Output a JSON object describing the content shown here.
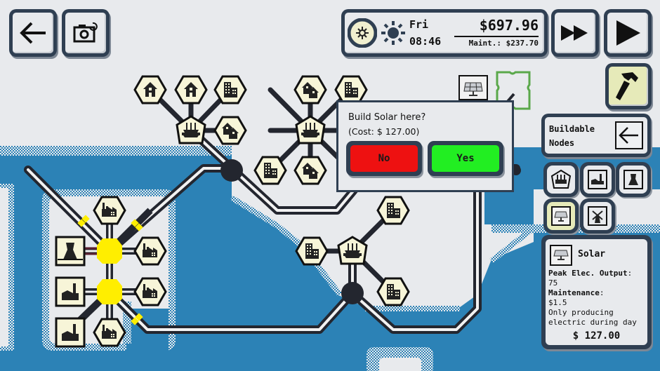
{
  "top_left": {
    "back_button": {
      "icon": "arrow-left-icon"
    },
    "screenshot_button": {
      "icon": "camera-rotate-icon"
    }
  },
  "status_bar": {
    "day_cycle_icon": "sun-dial-icon",
    "weather_icon": "sun-icon",
    "day": "Fri",
    "time": "08:46",
    "money": "$697.96",
    "maintenance": "Maint.: $237.70"
  },
  "controls": {
    "fast_forward": {
      "icon": "fast-forward-icon"
    },
    "play": {
      "icon": "play-icon"
    },
    "build_tool": {
      "icon": "hammer-icon",
      "active": true
    }
  },
  "build_prompt": {
    "question": "Build Solar here?",
    "cost": "(Cost: $ 127.00)",
    "no_label": "No",
    "yes_label": "Yes",
    "no_color": "#ee1111",
    "yes_color": "#22ee22"
  },
  "buildable_nodes": {
    "title_line1": "Buildable",
    "title_line2": "Nodes",
    "back_icon": "arrow-left-icon",
    "items": [
      {
        "name": "substation",
        "icon": "substation-icon",
        "selected": false
      },
      {
        "name": "factory-plant",
        "icon": "factory-plant-icon",
        "selected": false
      },
      {
        "name": "nuclear-plant",
        "icon": "cooling-tower-icon",
        "selected": false
      },
      {
        "name": "solar",
        "icon": "solar-panel-icon",
        "selected": true
      },
      {
        "name": "wind",
        "icon": "windmill-icon",
        "selected": false
      }
    ]
  },
  "info_panel": {
    "icon": "solar-panel-icon",
    "title": "Solar",
    "peak_label": "Peak Elec. Output",
    "peak_colon": ":",
    "peak_value": "75",
    "maint_label": "Maintenance",
    "maint_colon": ":",
    "maint_value": "$1.5",
    "desc_line1": "Only producing",
    "desc_line2": "electric during day",
    "price": "$ 127.00"
  },
  "map": {
    "water_color": "#2c82b6",
    "land_color": "#e8eaed",
    "consumer_fill": "#f7f5d8",
    "powered_junction_color": "#ffee00",
    "line_color": "#23262f",
    "placement_marker_color": "#5aa84a",
    "placed_solar_preview": "solar-panel-icon"
  }
}
